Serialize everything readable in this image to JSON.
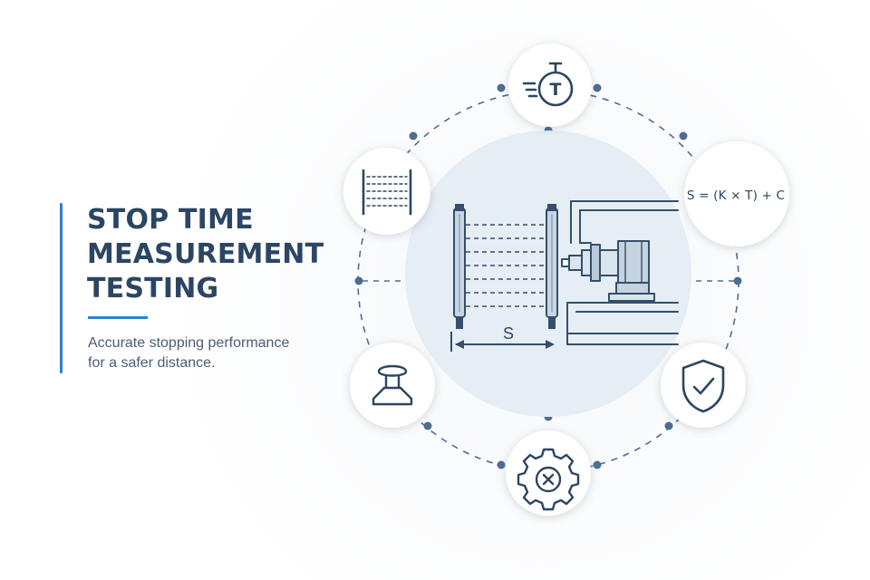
{
  "heading": {
    "line1": "STOP TIME",
    "line2": "MEASUREMENT",
    "line3": "TESTING"
  },
  "subheading": {
    "line1": "Accurate stopping performance",
    "line2": "for a safer distance."
  },
  "diagram": {
    "center_label": "S",
    "formula": "S = (K × T) + C",
    "timer_letter": "T",
    "nodes": [
      {
        "position": "top",
        "icon": "stopwatch-icon"
      },
      {
        "position": "upper-right",
        "icon": "formula-text"
      },
      {
        "position": "lower-right",
        "icon": "shield-check-icon"
      },
      {
        "position": "bottom",
        "icon": "gear-x-icon"
      },
      {
        "position": "lower-left",
        "icon": "emergency-stop-button-icon"
      },
      {
        "position": "upper-left",
        "icon": "light-curtain-icon"
      }
    ]
  },
  "colors": {
    "accent": "#2d7fd3",
    "heading": "#2b4663",
    "ink": "#344f6b",
    "dashed_ring": "#4f6e8e",
    "center_disc": "#e6eef5"
  }
}
